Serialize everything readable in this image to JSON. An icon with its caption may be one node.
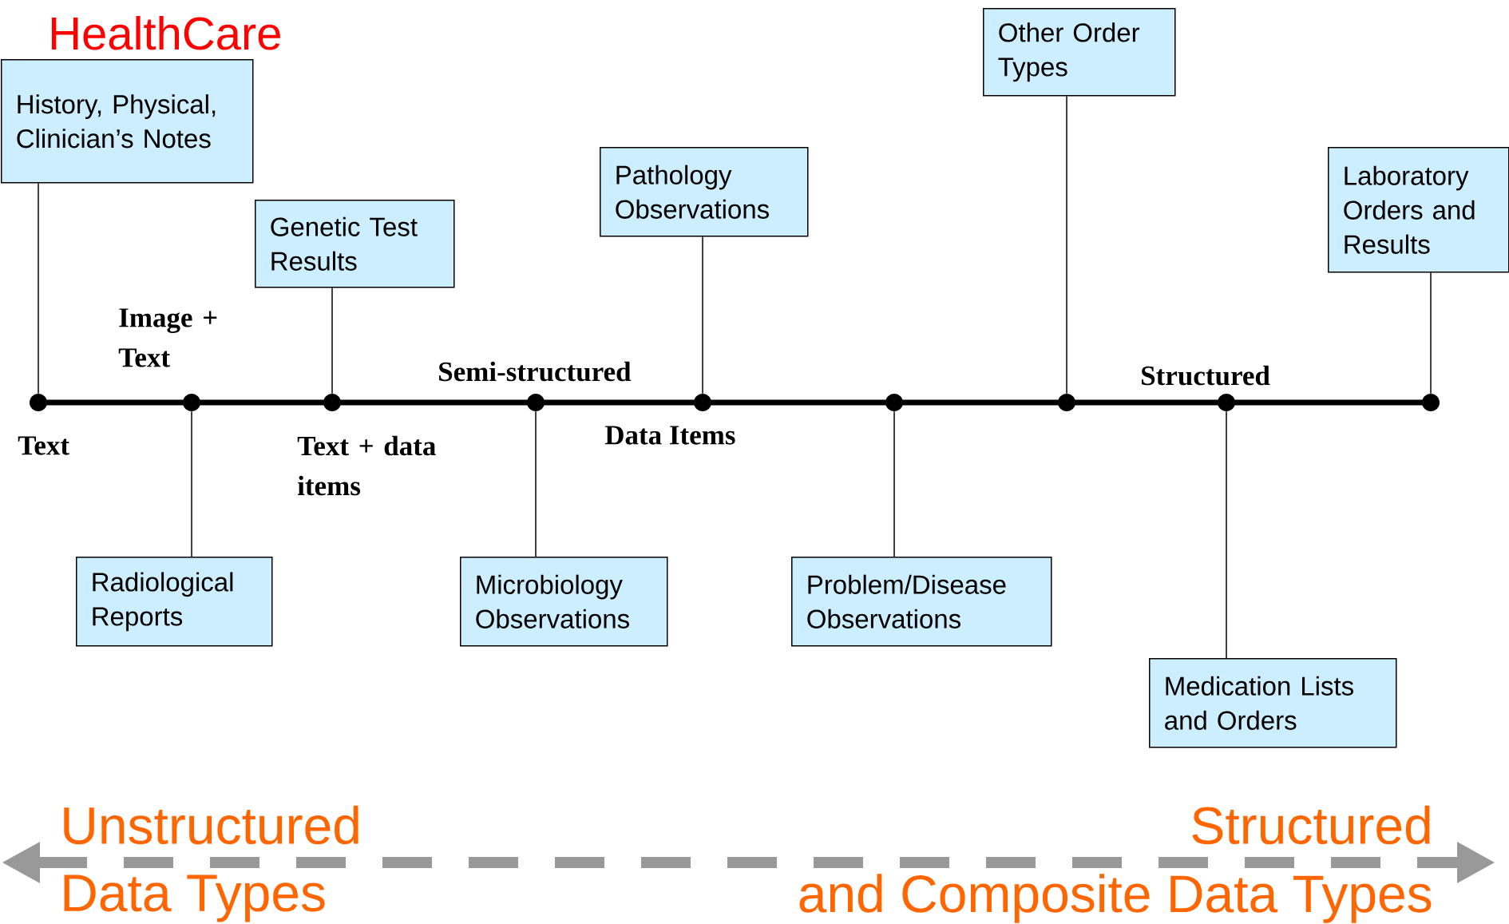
{
  "diagram": {
    "title": "HealthCare",
    "nodes": [
      {
        "text": [
          "History, Physical, Clinician’s Notes"
        ]
      },
      {
        "text": [
          "Genetic Test Results"
        ]
      },
      {
        "text": [
          "Pathology Observations"
        ]
      },
      {
        "text": [
          "Other Order Types"
        ]
      },
      {
        "text": [
          "Laboratory Orders and Results"
        ]
      },
      {
        "text": [
          "Radiological Reports"
        ]
      },
      {
        "text": [
          "Microbiology Observations"
        ]
      },
      {
        "text": [
          "Problem/Disease Observations"
        ]
      },
      {
        "text": [
          "Medication Lists and Orders"
        ]
      },
      {
        "text": [],
        "shape": "circle"
      },
      {
        "text": [],
        "shape": "circle"
      },
      {
        "text": [],
        "shape": "circle"
      },
      {
        "text": [],
        "shape": "circle"
      },
      {
        "text": [],
        "shape": "circle"
      },
      {
        "text": [],
        "shape": "circle"
      },
      {
        "text": [],
        "shape": "circle"
      },
      {
        "text": [],
        "shape": "circle"
      },
      {
        "text": [],
        "shape": "circle"
      }
    ],
    "edges": [
      {
        "from": 0,
        "to": 9,
        "arrow": "none"
      },
      {
        "from": 5,
        "to": 10,
        "arrow": "none"
      },
      {
        "from": 1,
        "to": 11,
        "arrow": "none"
      },
      {
        "from": 6,
        "to": 12,
        "arrow": "none"
      },
      {
        "from": 2,
        "to": 13,
        "arrow": "none"
      },
      {
        "from": 7,
        "to": 14,
        "arrow": "none"
      },
      {
        "from": 3,
        "to": 15,
        "arrow": "none"
      },
      {
        "from": 8,
        "to": 16,
        "arrow": "none"
      },
      {
        "from": 4,
        "to": 17,
        "arrow": "none"
      }
    ],
    "labels": [
      "Text",
      "Image + Text",
      "Text + data items",
      "Semi-structured",
      "Data Items",
      "Structured",
      "Unstructured",
      "Structured",
      "Data Types",
      "and Composite Data Types"
    ]
  }
}
